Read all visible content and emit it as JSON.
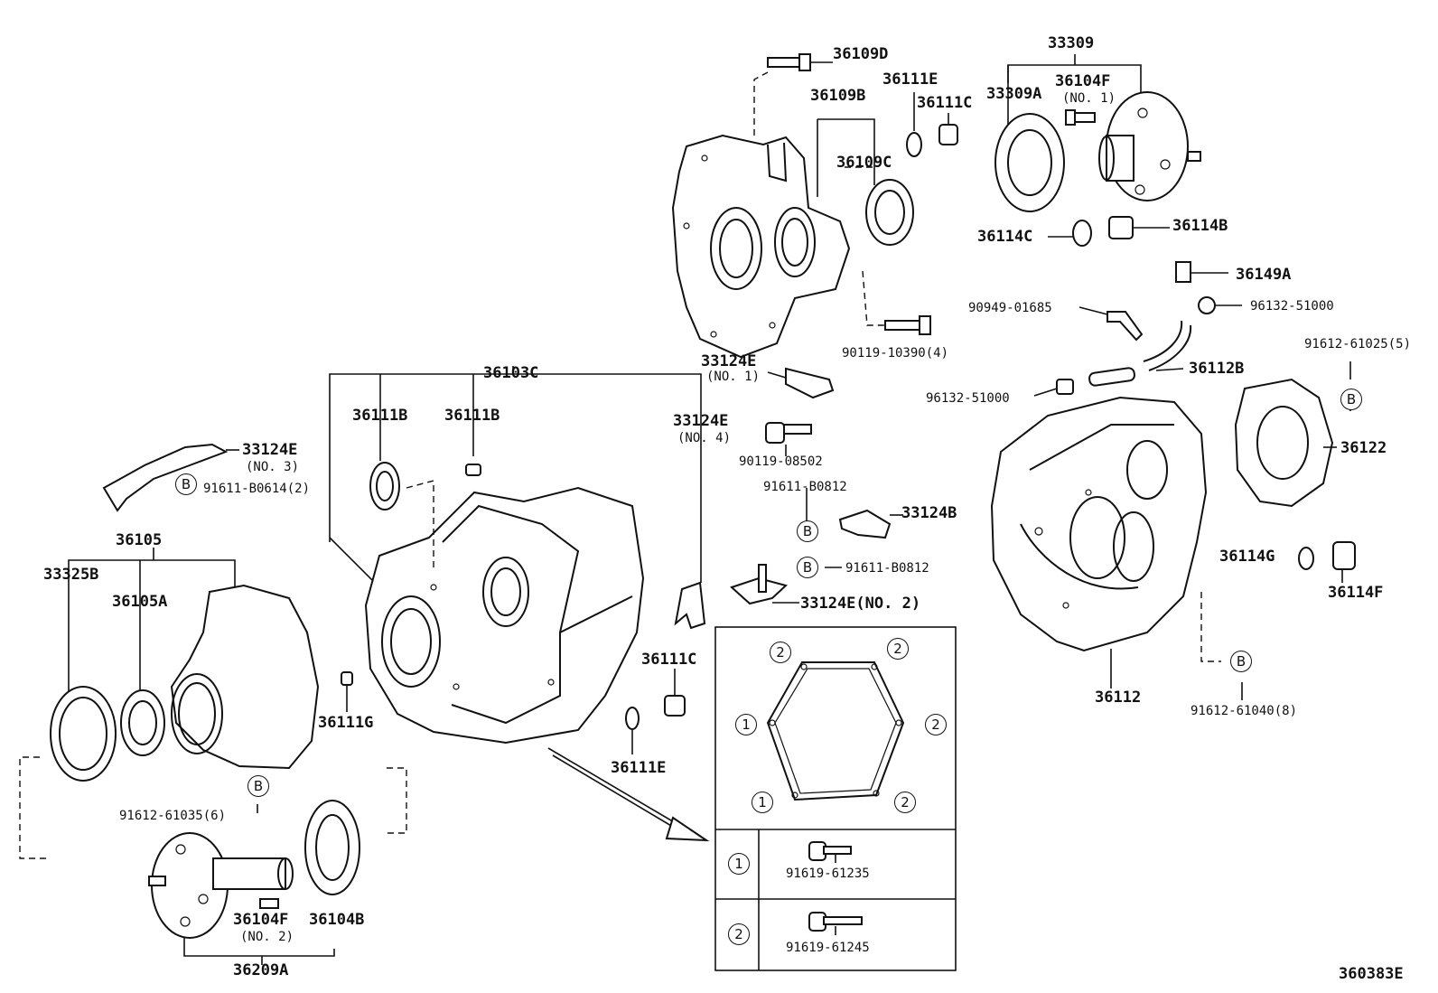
{
  "diagram_code": "360383E",
  "labels": {
    "l_36109D": "36109D",
    "l_33309": "33309",
    "l_36111E_top": "36111E",
    "l_36109B": "36109B",
    "l_36111C_top": "36111C",
    "l_33309A": "33309A",
    "l_36104F_top": "36104F",
    "l_no1_top": "(NO. 1)",
    "l_36109C": "36109C",
    "l_36114C": "36114C",
    "l_36114B": "36114B",
    "l_36149A": "36149A",
    "l_90949": "90949-01685",
    "l_96132_a": "96132-51000",
    "l_90119_10390": "90119-10390(4)",
    "l_33124E_no1": "33124E",
    "l_no1_mid": "(NO. 1)",
    "l_91612_61025": "91612-61025(5)",
    "l_36112B": "36112B",
    "l_96132_b": "96132-51000",
    "l_36103C": "36103C",
    "l_36111B_a": "36111B",
    "l_36111B_b": "36111B",
    "l_33124E_no4": "33124E",
    "l_no4": "(NO. 4)",
    "l_90119_08502": "90119-08502",
    "l_36122": "36122",
    "l_33124E_no3": "33124E",
    "l_no3": "(NO. 3)",
    "l_91611_B0614": "91611-B0614(2)",
    "l_91611_B0812_a": "91611-B0812",
    "l_33124B": "33124B",
    "l_36105": "36105",
    "l_33325B": "33325B",
    "l_91611_B0812_b": "91611-B0812",
    "l_36114G": "36114G",
    "l_36114F": "36114F",
    "l_33124E_no2": "33124E(NO. 2)",
    "l_36105A": "36105A",
    "l_36111C_mid": "36111C",
    "l_36112": "36112",
    "l_36111G": "36111G",
    "l_91612_61040": "91612-61040(8)",
    "l_36111E_mid": "36111E",
    "l_91612_61035": "91612-61035(6)",
    "l_36104F_bot": "36104F",
    "l_no2_bot": "(NO. 2)",
    "l_36104B": "36104B",
    "l_36209A": "36209A",
    "l_91619_61235": "91619-61235",
    "l_91619_61245": "91619-61245"
  },
  "markers": {
    "b": "B",
    "one": "1",
    "two": "2"
  }
}
